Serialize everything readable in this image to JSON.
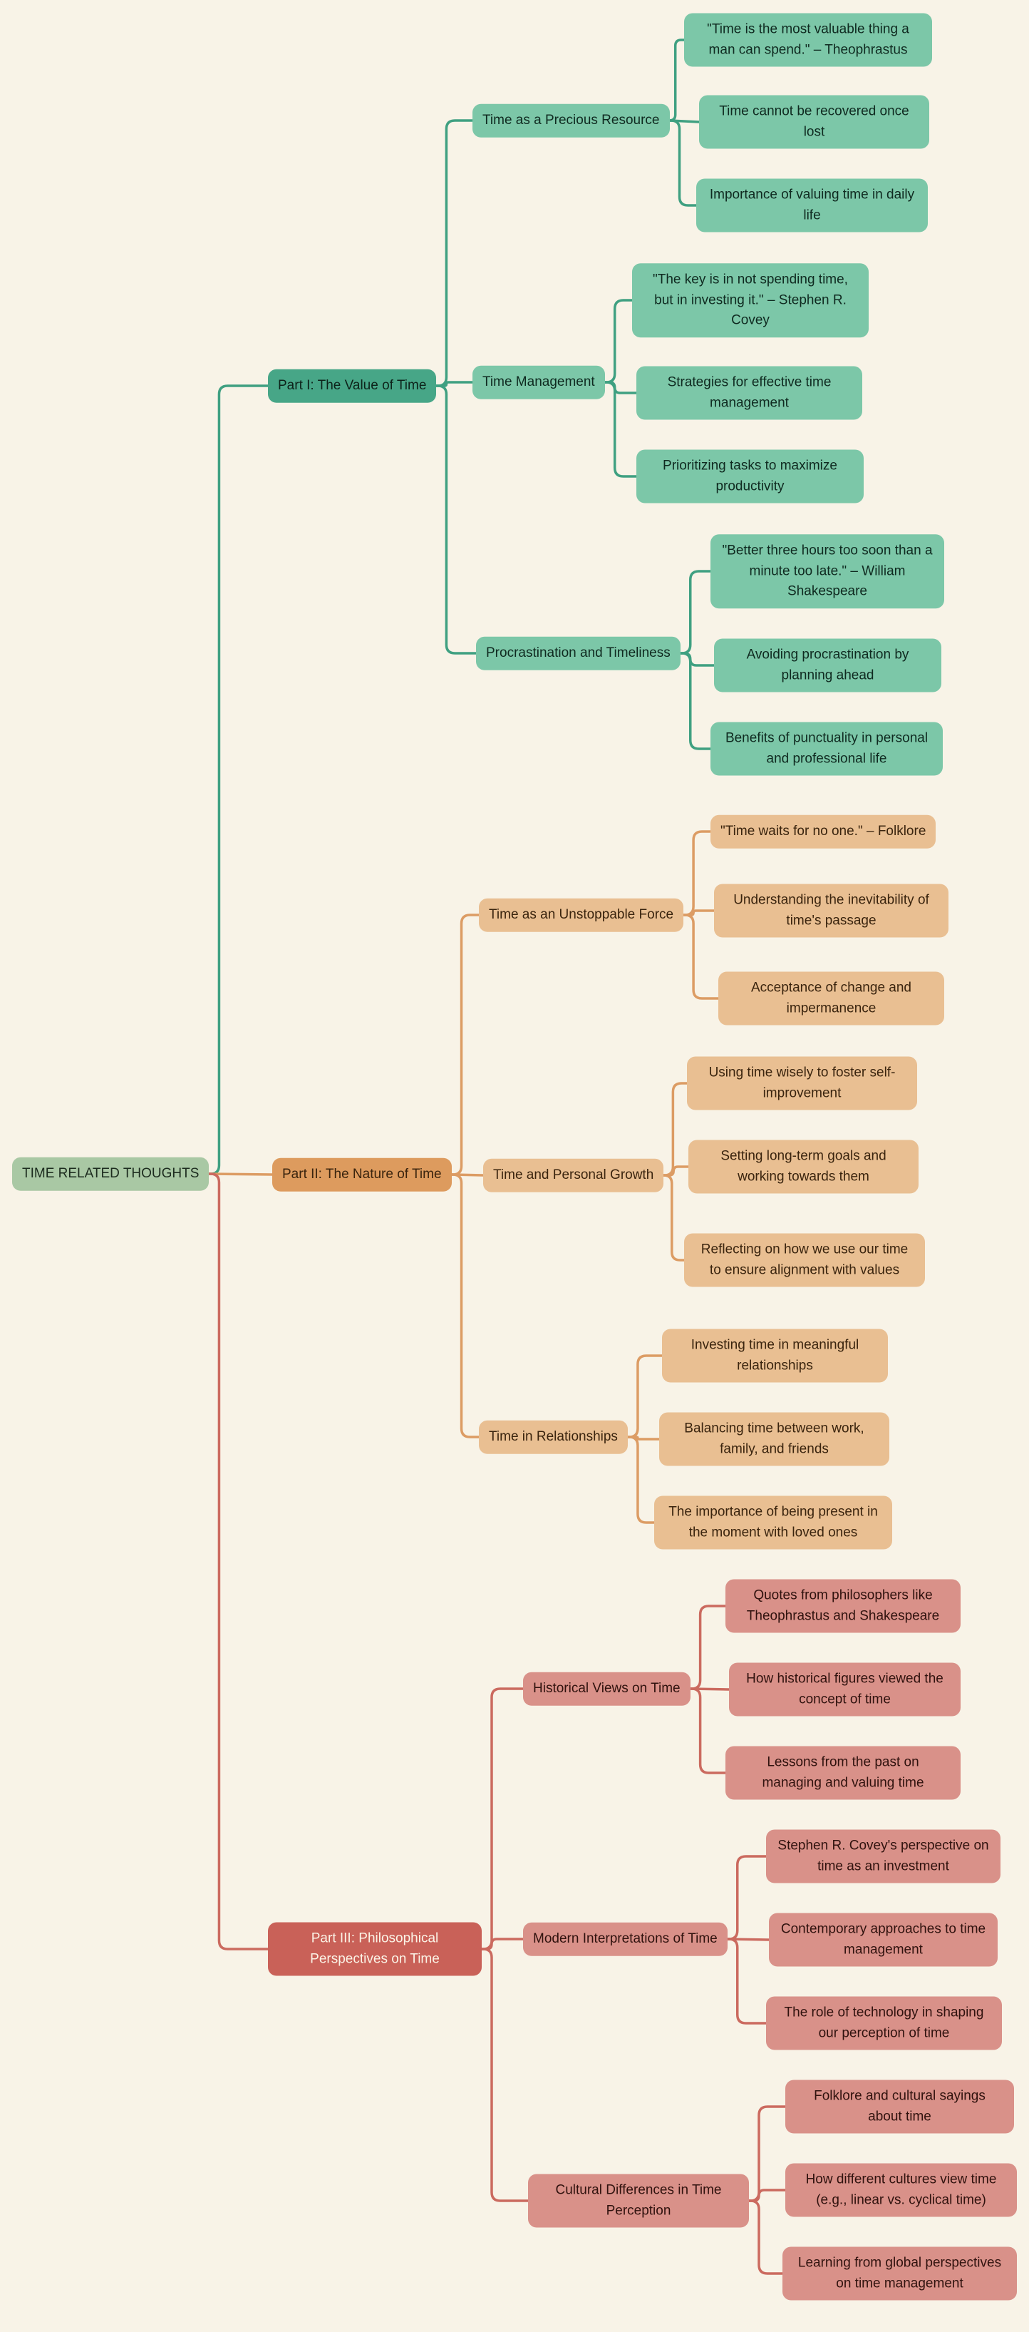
{
  "root": {
    "label": "TIME RELATED THOUGHTS"
  },
  "colors": {
    "background": "#f8f3e7",
    "root_bg": "#a9c8a4",
    "root_text": "#1c2b1e",
    "b1": {
      "line": "#3fa081",
      "part_bg": "#47a687",
      "part_text": "#0d231a",
      "leaf_bg": "#7cc7a8",
      "leaf_text": "#0f2a20"
    },
    "b2": {
      "line": "#dc9c64",
      "part_bg": "#dd9b5e",
      "part_text": "#3a240e",
      "leaf_bg": "#e9bf92",
      "leaf_text": "#3a240e"
    },
    "b3": {
      "line": "#cb6a5f",
      "part_bg": "#c96158",
      "part_text": "#fbf3e6",
      "leaf_bg": "#d99189",
      "leaf_text": "#30120e"
    }
  },
  "branches": [
    {
      "label": "Part I: The Value of Time",
      "topics": [
        {
          "label": "Time as a Precious Resource",
          "children": [
            "\"Time is the most valuable thing a man can spend.\" – Theophrastus",
            "Time cannot be recovered once lost",
            "Importance of valuing time in daily life"
          ]
        },
        {
          "label": "Time Management",
          "children": [
            "\"The key is in not spending time, but in investing it.\" – Stephen R. Covey",
            "Strategies for effective time management",
            "Prioritizing tasks to maximize productivity"
          ]
        },
        {
          "label": "Procrastination and Timeliness",
          "children": [
            "\"Better three hours too soon than a minute too late.\" – William Shakespeare",
            "Avoiding procrastination by planning ahead",
            "Benefits of punctuality in personal and professional life"
          ]
        }
      ]
    },
    {
      "label": "Part II: The Nature of Time",
      "topics": [
        {
          "label": "Time as an Unstoppable Force",
          "children": [
            "\"Time waits for no one.\" – Folklore",
            "Understanding the inevitability of time's passage",
            "Acceptance of change and impermanence"
          ]
        },
        {
          "label": "Time and Personal Growth",
          "children": [
            "Using time wisely to foster self-improvement",
            "Setting long-term goals and working towards them",
            "Reflecting on how we use our time to ensure alignment with values"
          ]
        },
        {
          "label": "Time in Relationships",
          "children": [
            "Investing time in meaningful relationships",
            "Balancing time between work, family, and friends",
            "The importance of being present in the moment with loved ones"
          ]
        }
      ]
    },
    {
      "label": "Part III: Philosophical Perspectives on Time",
      "topics": [
        {
          "label": "Historical Views on Time",
          "children": [
            "Quotes from philosophers like Theophrastus and Shakespeare",
            "How historical figures viewed the concept of time",
            "Lessons from the past on managing and valuing time"
          ]
        },
        {
          "label": "Modern Interpretations of Time",
          "children": [
            "Stephen R. Covey's perspective on time as an investment",
            "Contemporary approaches to time management",
            "The role of technology in shaping our perception of time"
          ]
        },
        {
          "label": "Cultural Differences in Time Perception",
          "children": [
            "Folklore and cultural sayings about time",
            "How different cultures view time (e.g., linear vs. cyclical time)",
            "Learning from global perspectives on time management"
          ]
        }
      ]
    }
  ]
}
